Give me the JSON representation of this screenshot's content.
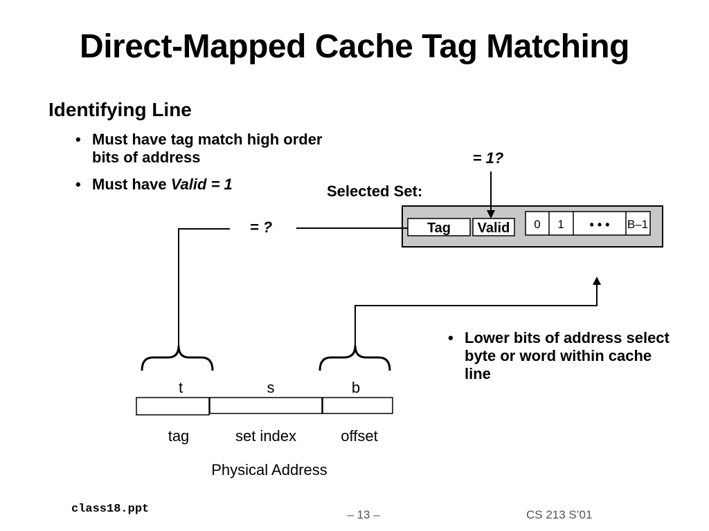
{
  "slide": {
    "title": "Direct-Mapped Cache Tag Matching",
    "heading": "Identifying Line",
    "bullets": [
      "Must have tag match high order bits of address",
      "Must have "
    ],
    "bullet2_emphasis": "Valid = 1",
    "bullet_right": "Lower bits of address select byte or word within cache line",
    "bullet_glyph": "•"
  },
  "diagram": {
    "selected_set_label": "Selected Set:",
    "compare_tag": "= ?",
    "compare_valid": "= 1?",
    "line_fields": {
      "tag": "Tag",
      "valid": "Valid",
      "byte0": "0",
      "byte1": "1",
      "ellipsis": "• • •",
      "last": "B–1"
    },
    "address": {
      "bit_labels": [
        "t",
        "s",
        "b"
      ],
      "field_names": [
        "tag",
        "set index",
        "offset"
      ],
      "caption": "Physical Address"
    }
  },
  "footer": {
    "file": "class18.ppt",
    "page": "– 13 –",
    "course": "CS 213 S’01"
  }
}
